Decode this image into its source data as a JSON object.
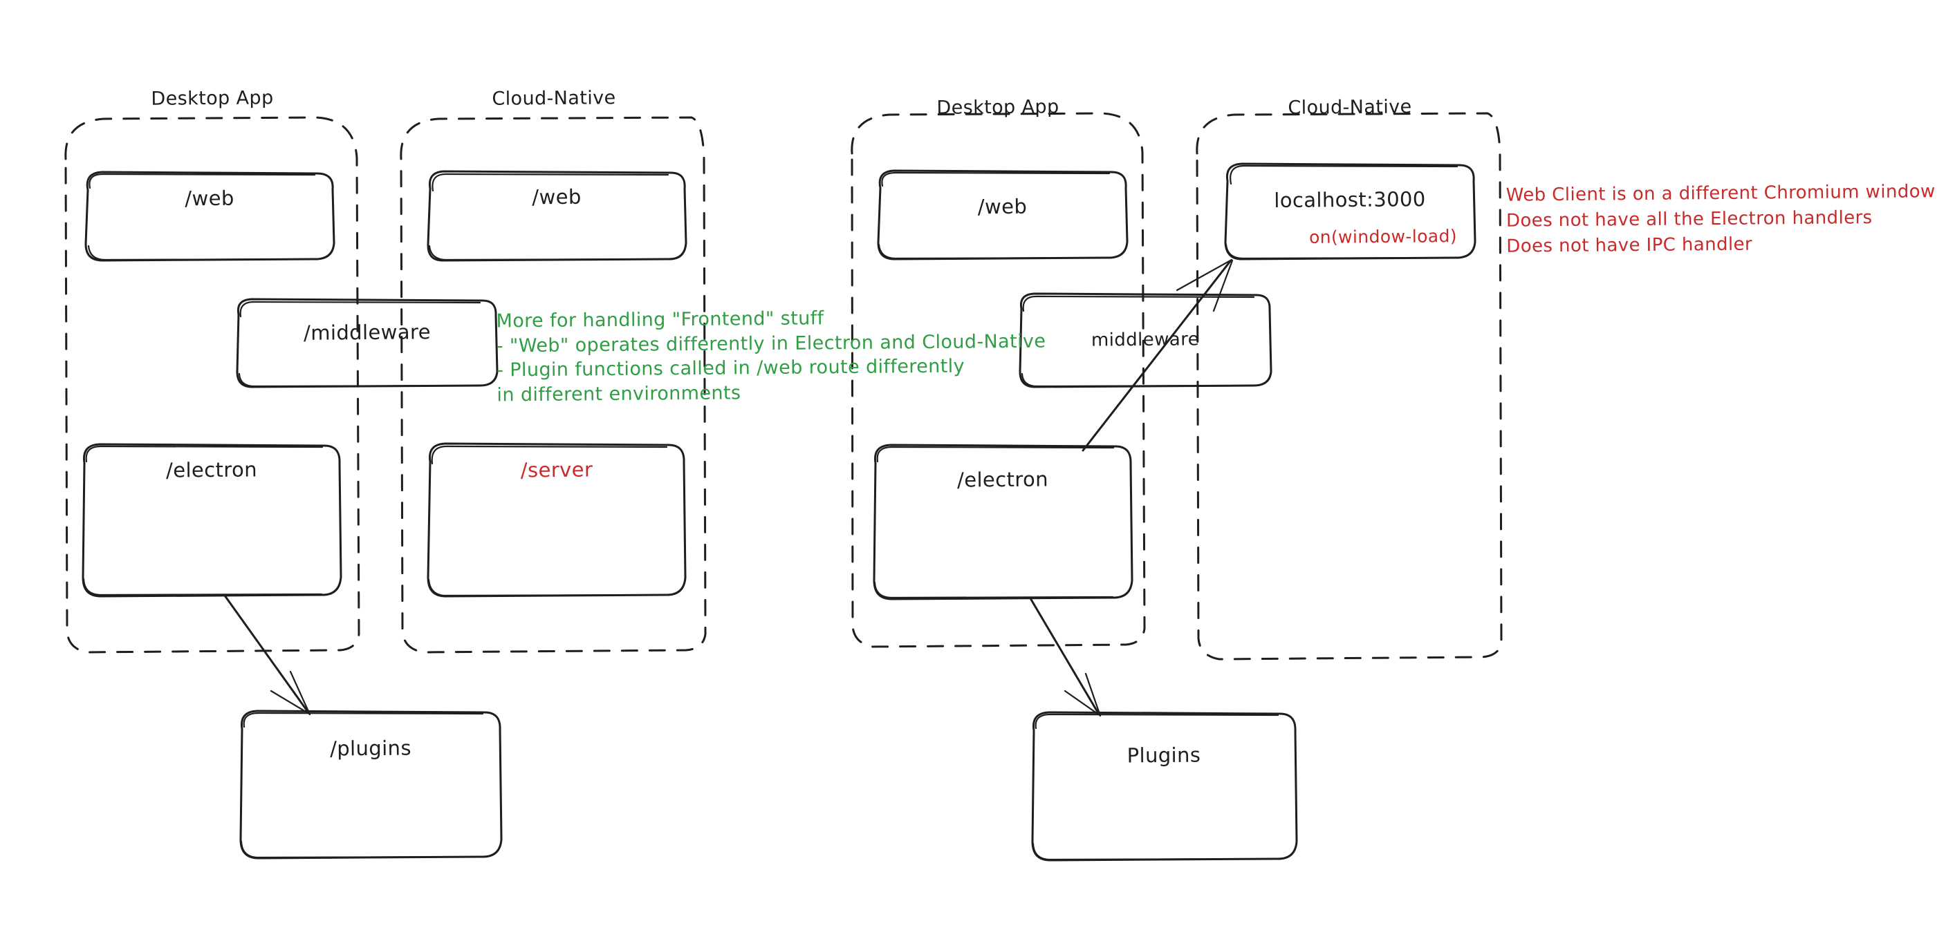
{
  "diagram": {
    "style": "hand-drawn-sketch",
    "background": "#ffffff",
    "colors": {
      "stroke": "#1e1e1e",
      "green": "#2f9e44",
      "red": "#c92a2a"
    }
  },
  "left_diagram": {
    "groups": [
      {
        "id": "left-desktop",
        "title": "Desktop App"
      },
      {
        "id": "left-cloud",
        "title": "Cloud-Native"
      }
    ],
    "nodes": [
      {
        "id": "left-desktop-web",
        "label": "/web"
      },
      {
        "id": "left-cloud-web",
        "label": "/web"
      },
      {
        "id": "left-middleware",
        "label": "/middleware"
      },
      {
        "id": "left-electron",
        "label": "/electron"
      },
      {
        "id": "left-server",
        "label": "/server",
        "color": "red"
      },
      {
        "id": "left-plugins",
        "label": "/plugins"
      }
    ],
    "edges": [
      {
        "from": "left-electron",
        "to": "left-plugins",
        "arrow": "end"
      }
    ]
  },
  "right_diagram": {
    "groups": [
      {
        "id": "right-desktop",
        "title": "Desktop App"
      },
      {
        "id": "right-cloud",
        "title": "Cloud-Native"
      }
    ],
    "nodes": [
      {
        "id": "right-desktop-web",
        "label": "/web"
      },
      {
        "id": "right-localhost",
        "label": "localhost:3000",
        "sub_label": "on(window-load)"
      },
      {
        "id": "right-middleware",
        "label": "middleware"
      },
      {
        "id": "right-electron",
        "label": "/electron"
      },
      {
        "id": "right-plugins",
        "label": "Plugins"
      }
    ],
    "edges": [
      {
        "from": "right-electron",
        "to": "right-localhost",
        "arrow": "end"
      },
      {
        "from": "right-electron",
        "to": "right-plugins",
        "arrow": "end"
      }
    ]
  },
  "annotations": {
    "green_note": {
      "color": "#2f9e44",
      "lines": [
        "More for handling \"Frontend\" stuff",
        "- \"Web\" operates differently in Electron and Cloud-Native",
        "- Plugin functions called in /web route differently",
        "in different environments"
      ],
      "text": "More for handling \"Frontend\" stuff\n- \"Web\" operates differently in Electron and Cloud-Native\n- Plugin functions called in /web route differently\nin different environments"
    },
    "red_note": {
      "color": "#c92a2a",
      "lines": [
        "Web Client is on a different Chromium window",
        "Does not have all the Electron handlers",
        "Does not have IPC handler"
      ],
      "text": "Web Client is on a different Chromium window\nDoes not have all the Electron handlers\nDoes not have IPC handler"
    }
  }
}
